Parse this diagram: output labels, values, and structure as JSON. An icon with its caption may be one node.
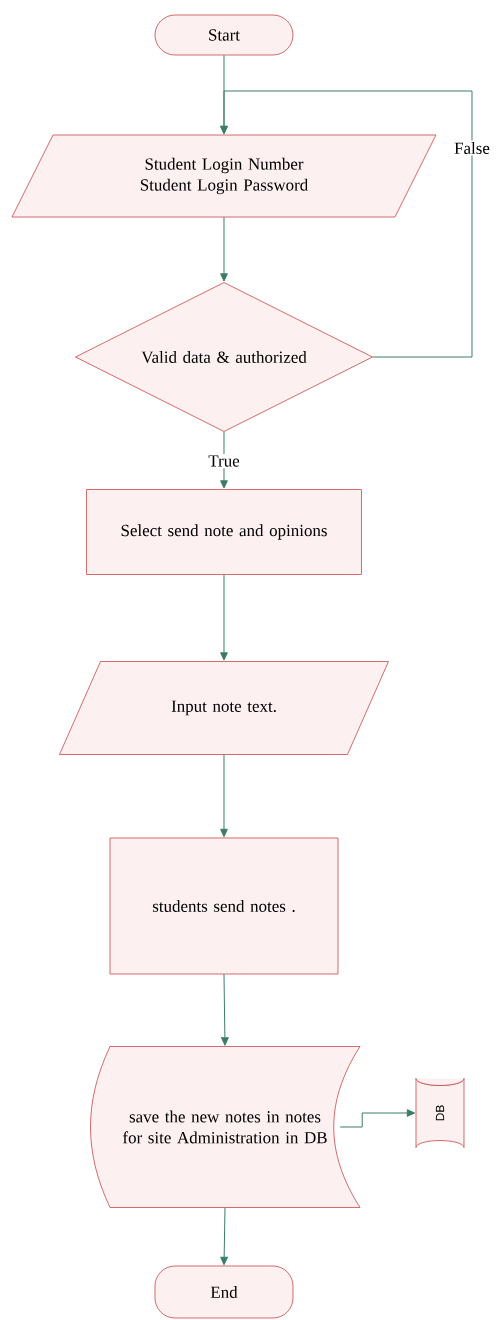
{
  "diagram": {
    "nodes": [
      {
        "text": [
          "Start"
        ]
      },
      {
        "text": [
          "Student Login Number",
          "Student Login Password"
        ]
      },
      {
        "text": [
          "Valid data & authorized"
        ]
      },
      {
        "text": [
          "Select send note and opinions"
        ]
      },
      {
        "text": [
          "Input note text."
        ]
      },
      {
        "text": [
          "students send notes ."
        ]
      },
      {
        "text": [
          "save the new notes in notes for site Administration in DB"
        ]
      },
      {
        "text": [
          "DB"
        ]
      },
      {
        "text": [
          "End"
        ]
      }
    ],
    "edges": [
      {
        "from": 0,
        "to": 1,
        "arrow": "to"
      },
      {
        "from": 1,
        "to": 2,
        "arrow": "to"
      },
      {
        "from": 2,
        "to": 3,
        "arrow": "to",
        "label": "True"
      },
      {
        "from": 3,
        "to": 4,
        "arrow": "to"
      },
      {
        "from": 4,
        "to": 5,
        "arrow": "to"
      },
      {
        "from": 5,
        "to": 6,
        "arrow": "to"
      },
      {
        "from": 6,
        "to": 7,
        "arrow": "to"
      },
      {
        "from": 6,
        "to": 8,
        "arrow": "to"
      },
      {
        "from": 2,
        "to": 1,
        "arrow": "to",
        "label": "False"
      }
    ]
  }
}
